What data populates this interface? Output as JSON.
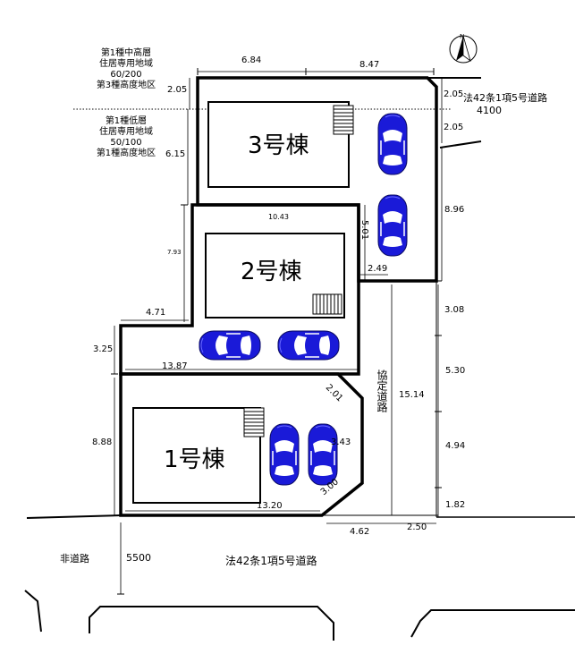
{
  "zones": {
    "upper": [
      "第1種中高層",
      "住居専用地域",
      "60/200",
      "第3種高度地区"
    ],
    "lower": [
      "第1種低層",
      "住居専用地域",
      "50/100",
      "第1種高度地区"
    ]
  },
  "buildings": {
    "b3": "3号棟",
    "b2": "2号棟",
    "b1": "1号棟"
  },
  "roads": {
    "east_label": "法42条1項5号道路",
    "east_width": "4100",
    "south_label": "法42条1項5号道路",
    "south_width": "5500",
    "non_road": "非道路",
    "agreement_road": "協定道路"
  },
  "dimensions": {
    "top_left": "6.84",
    "top_right": "8.47",
    "left_205": "2.05",
    "left_615": "6.15",
    "left_793": "7.93",
    "left_471": "4.71",
    "left_325": "3.25",
    "left_888": "8.88",
    "mid_1043": "10.43",
    "mid_501": "5.01",
    "mid_249": "2.49",
    "mid_1387": "13.87",
    "bot_1320": "13.20",
    "diag_201": "2.01",
    "diag_343": "3.43",
    "diag_300": "3.00",
    "agree_1514": "15.14",
    "right_205a": "2.05",
    "right_205b": "2.05",
    "right_896": "8.96",
    "right_308": "3.08",
    "right_530": "5.30",
    "right_494": "4.94",
    "right_182": "1.82",
    "bot_462": "4.62",
    "bot_250": "2.50"
  },
  "colors": {
    "car_body": "#1a1ad8",
    "lines": "#000000"
  },
  "icons": [
    "north-arrow-icon",
    "stairs-icon",
    "car-icon"
  ]
}
